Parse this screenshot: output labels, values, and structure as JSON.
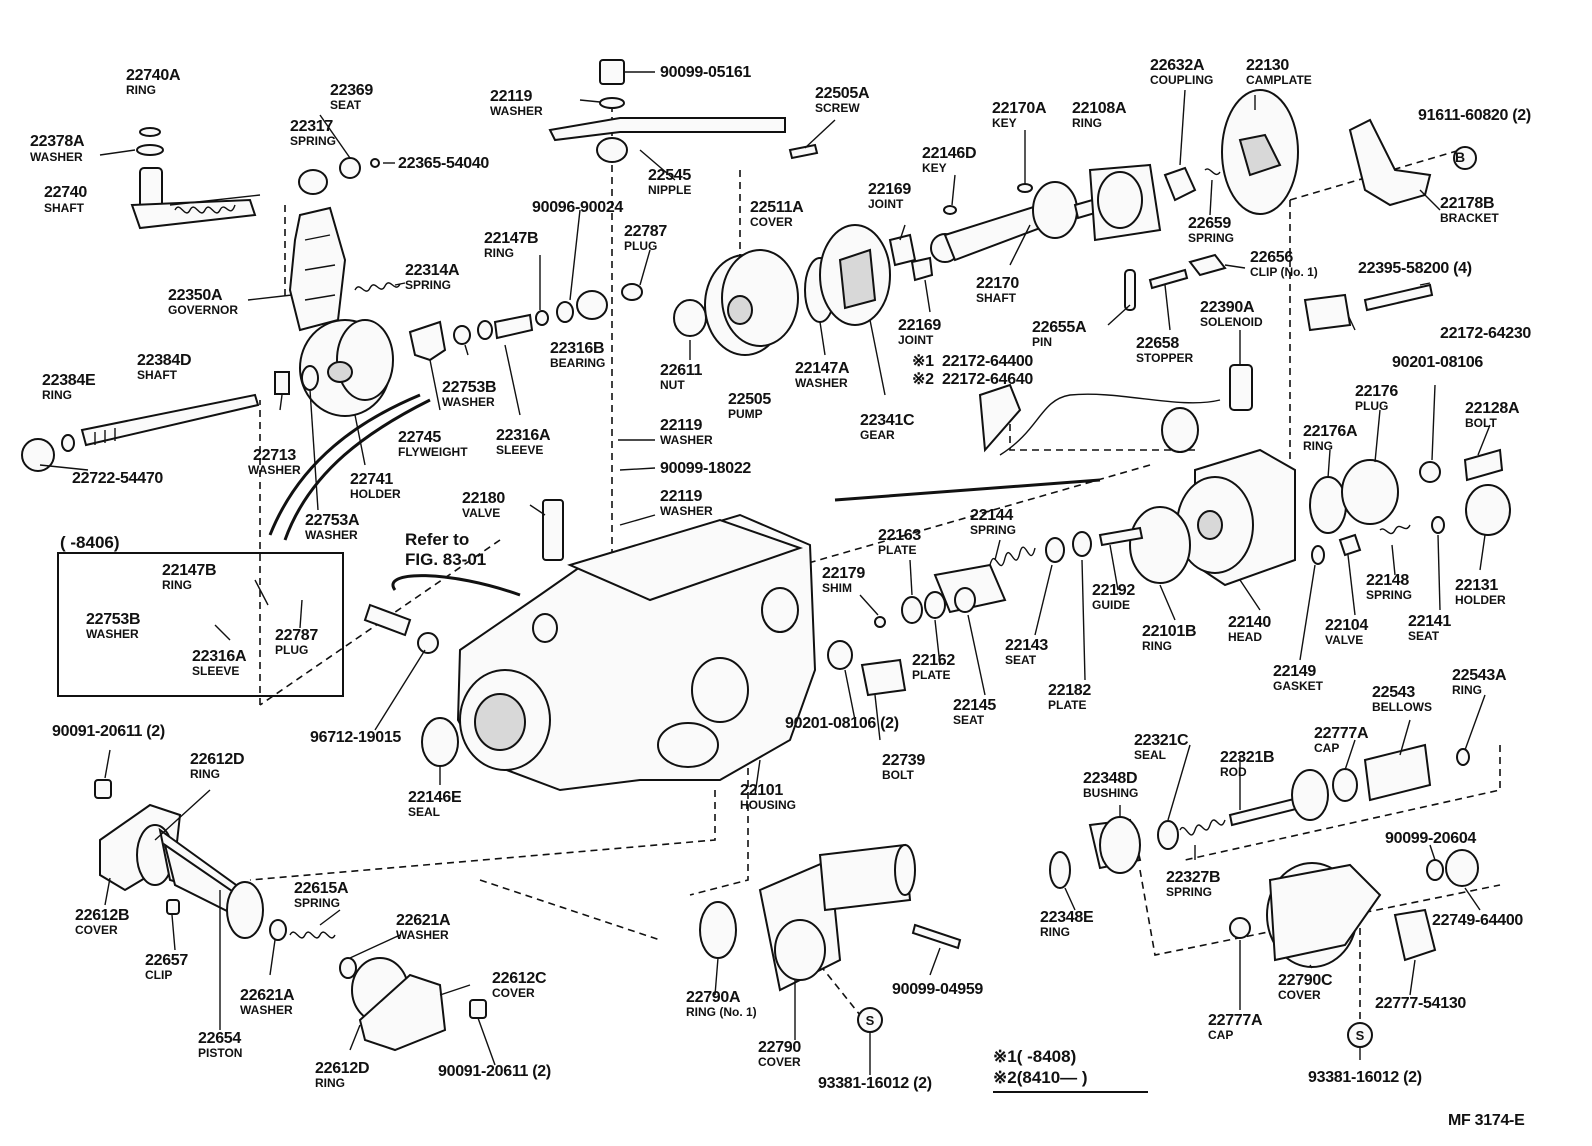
{
  "labels": [
    {
      "pn": "22740A",
      "name": "RING"
    },
    {
      "pn": "22378A",
      "name": "WASHER"
    },
    {
      "pn": "22740",
      "name": "SHAFT"
    },
    {
      "pn": "22369",
      "name": "SEAT"
    },
    {
      "pn": "22317",
      "name": "SPRING"
    },
    {
      "pn": "22365-54040",
      "name": ""
    },
    {
      "pn": "22350A",
      "name": "GOVERNOR"
    },
    {
      "pn": "22314A",
      "name": "SPRING"
    },
    {
      "pn": "22384D",
      "name": "SHAFT"
    },
    {
      "pn": "22384E",
      "name": "RING"
    },
    {
      "pn": "22722-54470",
      "name": ""
    },
    {
      "pn": "22713",
      "name": "WASHER"
    },
    {
      "pn": "22741",
      "name": "HOLDER"
    },
    {
      "pn": "22753A",
      "name": "WASHER"
    },
    {
      "pn": "22745",
      "name": "FLYWEIGHT"
    },
    {
      "pn": "22753B",
      "name": "WASHER"
    },
    {
      "pn": "22316A",
      "name": "SLEEVE"
    },
    {
      "pn": "22147B",
      "name": "RING"
    },
    {
      "pn": "90096-90024",
      "name": ""
    },
    {
      "pn": "22787",
      "name": "PLUG"
    },
    {
      "pn": "22316B",
      "name": "BEARING"
    },
    {
      "pn": "22119",
      "name": "WASHER"
    },
    {
      "pn": "90099-05161",
      "name": ""
    },
    {
      "pn": "22545",
      "name": "NIPPLE"
    },
    {
      "pn": "22505A",
      "name": "SCREW"
    },
    {
      "pn": "22511A",
      "name": "COVER"
    },
    {
      "pn": "22611",
      "name": "NUT"
    },
    {
      "pn": "22505",
      "name": "PUMP"
    },
    {
      "pn": "22147A",
      "name": "WASHER"
    },
    {
      "pn": "22341C",
      "name": "GEAR"
    },
    {
      "pn": "22169",
      "name": "JOINT"
    },
    {
      "pn": "22169",
      "name": "JOINT"
    },
    {
      "pn": "22146D",
      "name": "KEY"
    },
    {
      "pn": "22170A",
      "name": "KEY"
    },
    {
      "pn": "22108A",
      "name": "RING"
    },
    {
      "pn": "22170",
      "name": "SHAFT"
    },
    {
      "pn": "22632A",
      "name": "COUPLING"
    },
    {
      "pn": "22130",
      "name": "CAMPLATE"
    },
    {
      "pn": "22659",
      "name": "SPRING"
    },
    {
      "pn": "91611-60820 (2)",
      "name": ""
    },
    {
      "pn": "22178B",
      "name": "BRACKET"
    },
    {
      "pn": "22656",
      "name": "CLIP (No. 1)"
    },
    {
      "pn": "22655A",
      "name": "PIN"
    },
    {
      "pn": "22658",
      "name": "STOPPER"
    },
    {
      "pn": "22390A",
      "name": "SOLENOID"
    },
    {
      "pn": "22395-58200 (4)",
      "name": ""
    },
    {
      "pn": "22172-64230",
      "name": ""
    },
    {
      "pn": "90201-08106",
      "name": ""
    },
    {
      "pn": "22119",
      "name": "WASHER"
    },
    {
      "pn": "90099-18022",
      "name": ""
    },
    {
      "pn": "22119",
      "name": "WASHER"
    },
    {
      "pn": "22180",
      "name": "VALVE"
    },
    {
      "pn": "22163",
      "name": "PLATE"
    },
    {
      "pn": "22144",
      "name": "SPRING"
    },
    {
      "pn": "22179",
      "name": "SHIM"
    },
    {
      "pn": "22162",
      "name": "PLATE"
    },
    {
      "pn": "22145",
      "name": "SEAT"
    },
    {
      "pn": "22143",
      "name": "SEAT"
    },
    {
      "pn": "22182",
      "name": "PLATE"
    },
    {
      "pn": "22192",
      "name": "GUIDE"
    },
    {
      "pn": "22101B",
      "name": "RING"
    },
    {
      "pn": "22140",
      "name": "HEAD"
    },
    {
      "pn": "22176",
      "name": "PLUG"
    },
    {
      "pn": "22176A",
      "name": "RING"
    },
    {
      "pn": "22128A",
      "name": "BOLT"
    },
    {
      "pn": "22148",
      "name": "SPRING"
    },
    {
      "pn": "22131",
      "name": "HOLDER"
    },
    {
      "pn": "22104",
      "name": "VALVE"
    },
    {
      "pn": "22141",
      "name": "SEAT"
    },
    {
      "pn": "22149",
      "name": "GASKET"
    },
    {
      "pn": "22543",
      "name": "BELLOWS"
    },
    {
      "pn": "22543A",
      "name": "RING"
    },
    {
      "pn": "22777A",
      "name": "CAP"
    },
    {
      "pn": "22321C",
      "name": "SEAL"
    },
    {
      "pn": "22321B",
      "name": "ROD"
    },
    {
      "pn": "22348D",
      "name": "BUSHING"
    },
    {
      "pn": "22327B",
      "name": "SPRING"
    },
    {
      "pn": "22348E",
      "name": "RING"
    },
    {
      "pn": "90099-20604",
      "name": ""
    },
    {
      "pn": "22749-64400",
      "name": ""
    },
    {
      "pn": "22790C",
      "name": "COVER"
    },
    {
      "pn": "22777-54130",
      "name": ""
    },
    {
      "pn": "22777A",
      "name": "CAP"
    },
    {
      "pn": "93381-16012 (2)",
      "name": ""
    },
    {
      "pn": "22101",
      "name": "HOUSING"
    },
    {
      "pn": "90201-08106 (2)",
      "name": ""
    },
    {
      "pn": "22739",
      "name": "BOLT"
    },
    {
      "pn": "22146E",
      "name": "SEAL"
    },
    {
      "pn": "96712-19015",
      "name": ""
    },
    {
      "pn": "22147B",
      "name": "RING"
    },
    {
      "pn": "22753B",
      "name": "WASHER"
    },
    {
      "pn": "22787",
      "name": "PLUG"
    },
    {
      "pn": "22316A",
      "name": "SLEEVE"
    },
    {
      "pn": "90091-20611 (2)",
      "name": ""
    },
    {
      "pn": "22612D",
      "name": "RING"
    },
    {
      "pn": "22612B",
      "name": "COVER"
    },
    {
      "pn": "22657",
      "name": "CLIP"
    },
    {
      "pn": "22654",
      "name": "PISTON"
    },
    {
      "pn": "22621A",
      "name": "WASHER"
    },
    {
      "pn": "22615A",
      "name": "SPRING"
    },
    {
      "pn": "22621A",
      "name": "WASHER"
    },
    {
      "pn": "22612C",
      "name": "COVER"
    },
    {
      "pn": "22612D",
      "name": "RING"
    },
    {
      "pn": "90091-20611 (2)",
      "name": ""
    },
    {
      "pn": "22790A",
      "name": "RING (No. 1)"
    },
    {
      "pn": "22790",
      "name": "COVER"
    },
    {
      "pn": "90099-04959",
      "name": ""
    },
    {
      "pn": "93381-16012 (2)",
      "name": ""
    }
  ],
  "references": {
    "refer_line1": "Refer to",
    "refer_line2": "FIG. 83-01",
    "range_label": "(      -8406)",
    "note1_num": "22172-64400",
    "note2_num": "22172-64640",
    "note1_mark": "※1",
    "note2_mark": "※2",
    "legend1": "※1(      -8408)",
    "legend2": "※2(8410—       )",
    "marker_b": "B",
    "marker_s": "S",
    "figure_id": "MF  3174-E"
  }
}
